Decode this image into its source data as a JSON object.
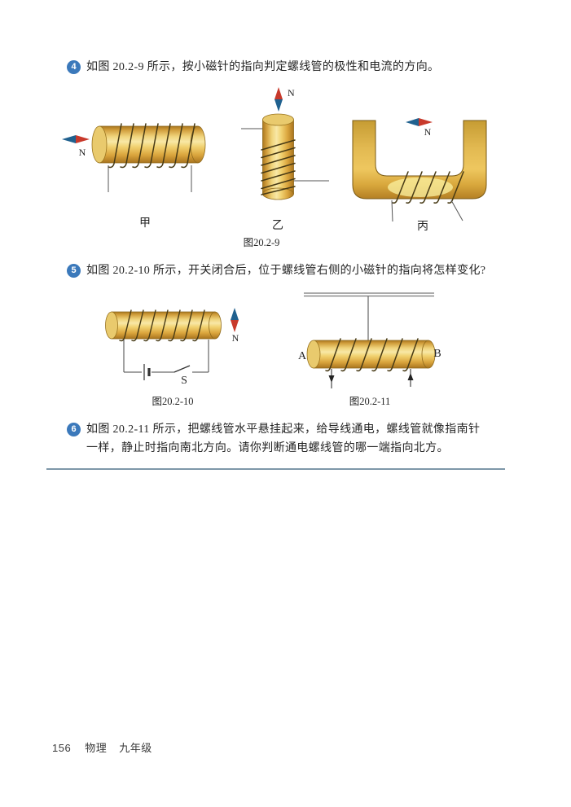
{
  "questions": [
    {
      "number": "4",
      "text": "如图 20.2-9 所示，按小磁针的指向判定螺线管的极性和电流的方向。"
    },
    {
      "number": "5",
      "text": "如图 20.2-10 所示，开关闭合后，位于螺线管右侧的小磁针的指向将怎样变化?"
    },
    {
      "number": "6",
      "text": "如图 20.2-11 所示，把螺线管水平悬挂起来，给导线通电，螺线管就像指南针一样，静止时指向南北方向。请你判断通电螺线管的哪一端指向北方。"
    }
  ],
  "fig9": {
    "caption": "图20.2-9",
    "label_jia": "甲",
    "label_yi": "乙",
    "label_bing": "丙",
    "n_jia": "N",
    "n_yi": "N",
    "n_bing": "N"
  },
  "fig10": {
    "caption": "图20.2-10",
    "switch": "S",
    "n": "N"
  },
  "fig11": {
    "caption": "图20.2-11",
    "a": "A",
    "b": "B"
  },
  "footer": {
    "page_number": "156",
    "subject": "物理",
    "grade": "九年级"
  },
  "colors": {
    "badge_blue": "#3b79bb",
    "divider_blue": "#7e97a9",
    "needle_red": "#c8392b",
    "needle_blue": "#20618f",
    "coil_gold": "#eec35a"
  }
}
